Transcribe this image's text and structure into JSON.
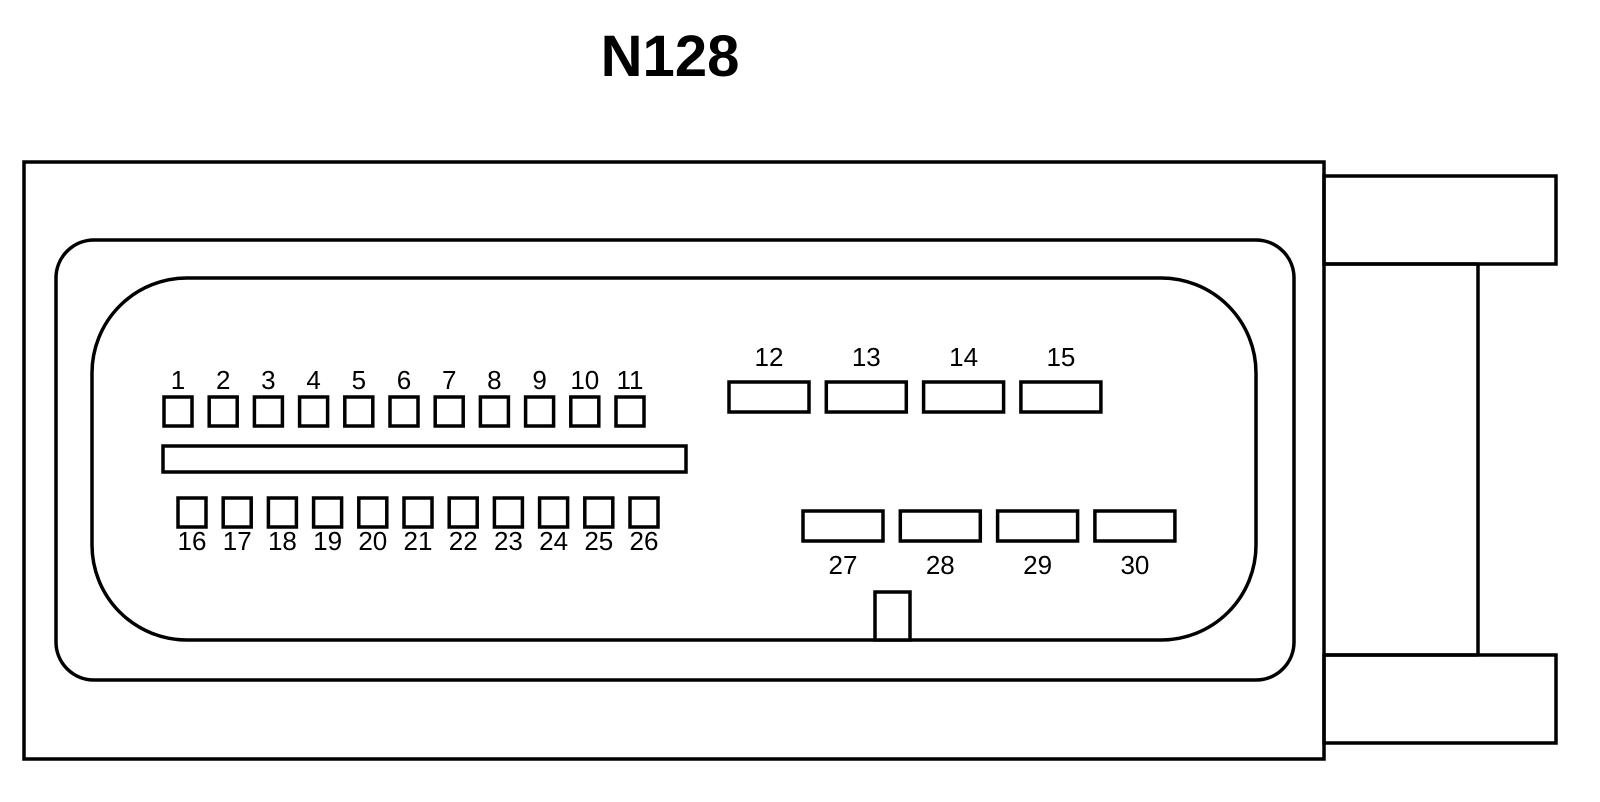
{
  "title": "N128",
  "pins": [
    {
      "id": "pin-1",
      "label": "1"
    },
    {
      "id": "pin-2",
      "label": "2"
    },
    {
      "id": "pin-3",
      "label": "3"
    },
    {
      "id": "pin-4",
      "label": "4"
    },
    {
      "id": "pin-5",
      "label": "5"
    },
    {
      "id": "pin-6",
      "label": "6"
    },
    {
      "id": "pin-7",
      "label": "7"
    },
    {
      "id": "pin-8",
      "label": "8"
    },
    {
      "id": "pin-9",
      "label": "9"
    },
    {
      "id": "pin-10",
      "label": "10"
    },
    {
      "id": "pin-11",
      "label": "11"
    },
    {
      "id": "pin-12",
      "label": "12"
    },
    {
      "id": "pin-13",
      "label": "13"
    },
    {
      "id": "pin-14",
      "label": "14"
    },
    {
      "id": "pin-15",
      "label": "15"
    },
    {
      "id": "pin-16",
      "label": "16"
    },
    {
      "id": "pin-17",
      "label": "17"
    },
    {
      "id": "pin-18",
      "label": "18"
    },
    {
      "id": "pin-19",
      "label": "19"
    },
    {
      "id": "pin-20",
      "label": "20"
    },
    {
      "id": "pin-21",
      "label": "21"
    },
    {
      "id": "pin-22",
      "label": "22"
    },
    {
      "id": "pin-23",
      "label": "23"
    },
    {
      "id": "pin-24",
      "label": "24"
    },
    {
      "id": "pin-25",
      "label": "25"
    },
    {
      "id": "pin-26",
      "label": "26"
    },
    {
      "id": "pin-27",
      "label": "27"
    },
    {
      "id": "pin-28",
      "label": "28"
    },
    {
      "id": "pin-29",
      "label": "29"
    },
    {
      "id": "pin-30",
      "label": "30"
    }
  ]
}
